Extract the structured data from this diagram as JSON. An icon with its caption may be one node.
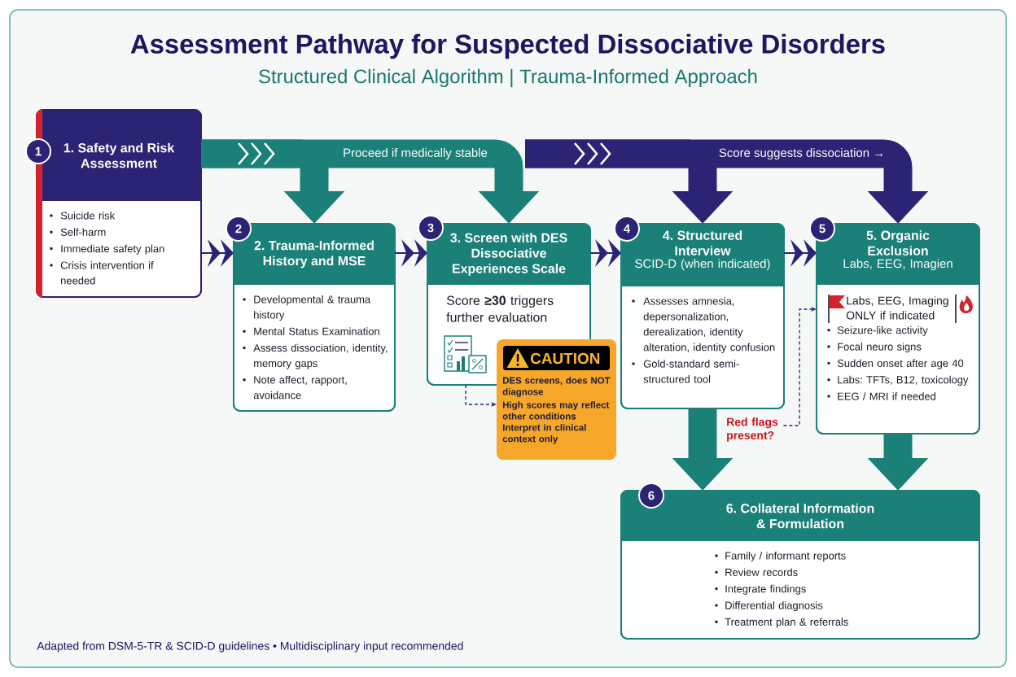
{
  "diagram": {
    "title": "Assessment Pathway for Suspected Dissociative Disorders",
    "nodes": [
      {
        "text": [
          "1",
          "1. Safety and Risk Assessment",
          "Suicide risk",
          "Self-harm",
          "Immediate safety plan",
          "Crisis intervention if needed"
        ]
      },
      {
        "text": [
          "2",
          "2. Trauma-Informed History and MSE",
          "Developmental & trauma history",
          "Mental Status Examination",
          "Assess dissociation, identity, memory gaps",
          "Note affect, rapport, avoidance"
        ]
      },
      {
        "text": [
          "3",
          "3. Screen with DES Dissociative Experiences Scale",
          "Score **≥30** triggers further evaluation"
        ]
      },
      {
        "text": [
          "CAUTION",
          "DES screens, does NOT diagnose",
          "High scores may reflect other conditions",
          "Interpret in clinical context only"
        ]
      },
      {
        "text": [
          "4",
          "4. Structured Interview",
          "SCID-D (when indicated)",
          "Assesses amnesia, depersonalization, derealization, identity alteration, identity confusion",
          "Gold-standard semi-structured tool"
        ]
      },
      {
        "text": [
          "5",
          "5. Organic Exclusion",
          "Labs, EEG, Imagien",
          "Labs, EEG, Imaging ONLY if indicated",
          "Seizure-like activity",
          "Focal neuro signs",
          "Sudden onset after age 40",
          "Labs: TFTs, B12, toxicology",
          "EEG / MRI if needed"
        ]
      },
      {
        "text": [
          "6",
          "6. Collateral Information & Formulation",
          "Family / informant reports",
          "Review records",
          "Integrate findings",
          "Differential diagnosis",
          "Treatment plan & referrals"
        ]
      },
      {
        "text": [
          "Red flags present?"
        ]
      }
    ],
    "edges": [
      {
        "from": 0,
        "to": 1,
        "arrow": "to"
      },
      {
        "from": 1,
        "to": 2,
        "arrow": "to"
      },
      {
        "from": 2,
        "to": 4,
        "arrow": "to"
      },
      {
        "from": 4,
        "to": 5,
        "arrow": "to"
      },
      {
        "from": 0,
        "to": 1,
        "arrow": "to",
        "style": "thick",
        "color": "#1b8078"
      },
      {
        "from": 0,
        "to": 2,
        "arrow": "to",
        "style": "thick",
        "color": "#1b8078",
        "label": "Proceed if medically stable"
      },
      {
        "from": null,
        "to": 4,
        "arrow": "to",
        "style": "thick"
      },
      {
        "from": null,
        "to": 5,
        "arrow": "to",
        "style": "thick",
        "label": "Score suggests dissociation →"
      },
      {
        "from": 4,
        "to": 6,
        "arrow": "to",
        "style": "thick",
        "color": "#1b8078"
      },
      {
        "from": 5,
        "to": 6,
        "arrow": "to",
        "style": "thick",
        "color": "#1b8078"
      },
      {
        "from": 2,
        "to": 3,
        "arrow": "to",
        "style": "dashed"
      },
      {
        "from": 7,
        "to": 5,
        "arrow": "to",
        "style": "dashed"
      }
    ],
    "labels": [
      "Structured Clinical Algorithm | Trauma-Informed Approach",
      "Adapted from DSM-5-TR & SCID-D guidelines • Multidisciplinary input recommended"
    ]
  }
}
